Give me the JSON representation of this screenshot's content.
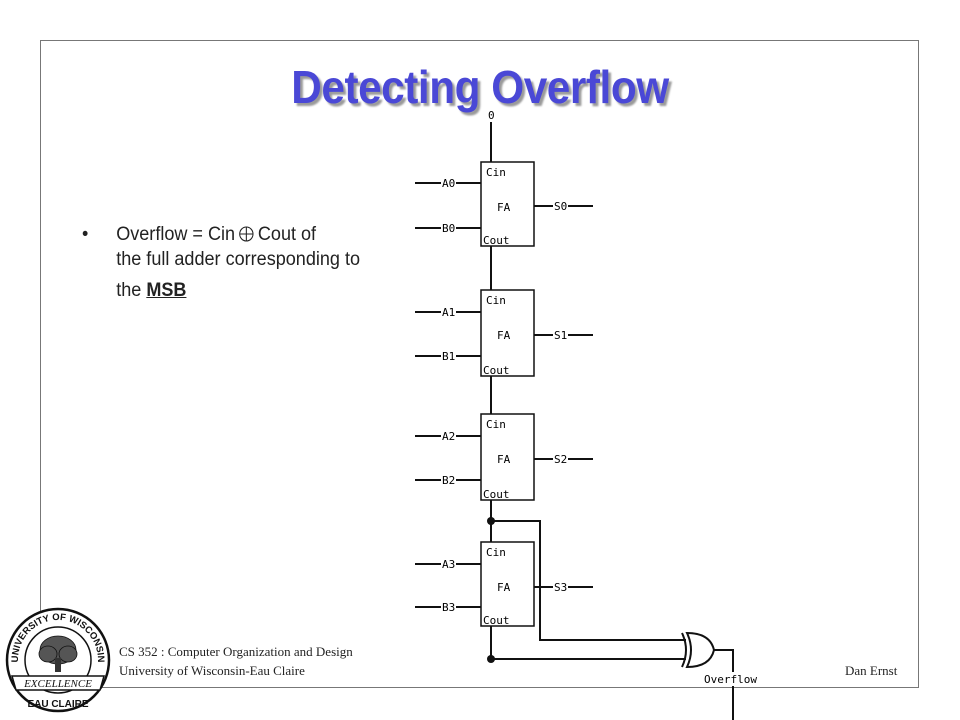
{
  "slide": {
    "title": "Detecting Overflow",
    "bullet": {
      "marker": "•",
      "line1_before": "Overflow = Cin",
      "line1_after": "Cout of",
      "line2": "the full adder corresponding to",
      "line3_before": "the",
      "line3_emph": "MSB"
    }
  },
  "circuit": {
    "carry_in_label": "0",
    "adders": [
      {
        "cin": "Cin",
        "name": "FA",
        "cout": "Cout",
        "a": "A0",
        "b": "B0",
        "s": "S0"
      },
      {
        "cin": "Cin",
        "name": "FA",
        "cout": "Cout",
        "a": "A1",
        "b": "B1",
        "s": "S1"
      },
      {
        "cin": "Cin",
        "name": "FA",
        "cout": "Cout",
        "a": "A2",
        "b": "B2",
        "s": "S2"
      },
      {
        "cin": "Cin",
        "name": "FA",
        "cout": "Cout",
        "a": "A3",
        "b": "B3",
        "s": "S3"
      }
    ],
    "output_label": "Overflow"
  },
  "footer": {
    "course": "CS 352 : Computer Organization and Design",
    "school": "University of Wisconsin-Eau Claire",
    "author": "Dan Ernst"
  },
  "logo": {
    "top_text": "UNIVERSITY OF WISCONSIN",
    "middle_text": "EXCELLENCE",
    "bottom_text": "EAU CLAIRE"
  }
}
